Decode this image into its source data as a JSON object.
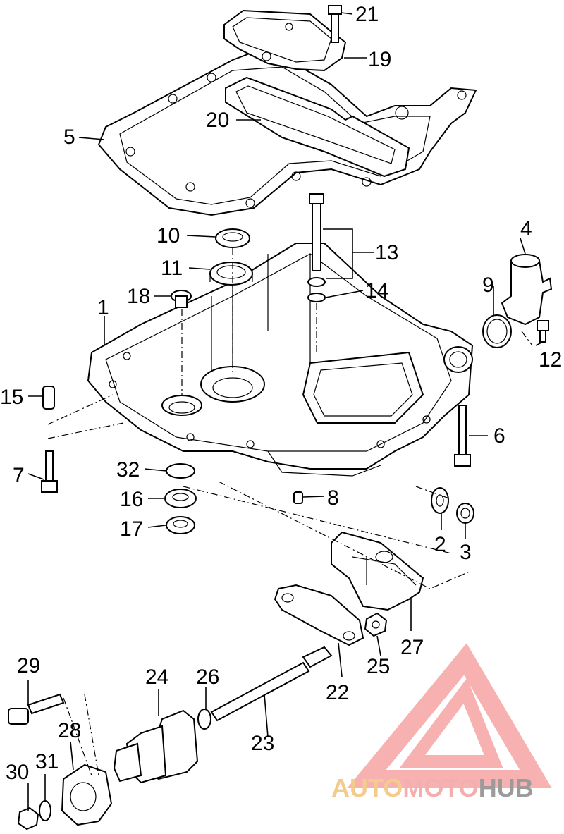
{
  "diagram": {
    "callouts": [
      "1",
      "2",
      "3",
      "4",
      "5",
      "6",
      "7",
      "8",
      "9",
      "10",
      "11",
      "12",
      "13",
      "14",
      "15",
      "16",
      "17",
      "18",
      "19",
      "20",
      "21",
      "22",
      "23",
      "24",
      "25",
      "26",
      "27",
      "28",
      "29",
      "30",
      "31",
      "32"
    ]
  },
  "watermark": {
    "part1": "AUTO",
    "part2": "MOTO",
    "part3": "HUB",
    "colors": {
      "auto": "#f2c27a",
      "moto": "#f3a0a0",
      "hub": "#8a8a8a",
      "triangle": "#f7a4a4"
    }
  }
}
